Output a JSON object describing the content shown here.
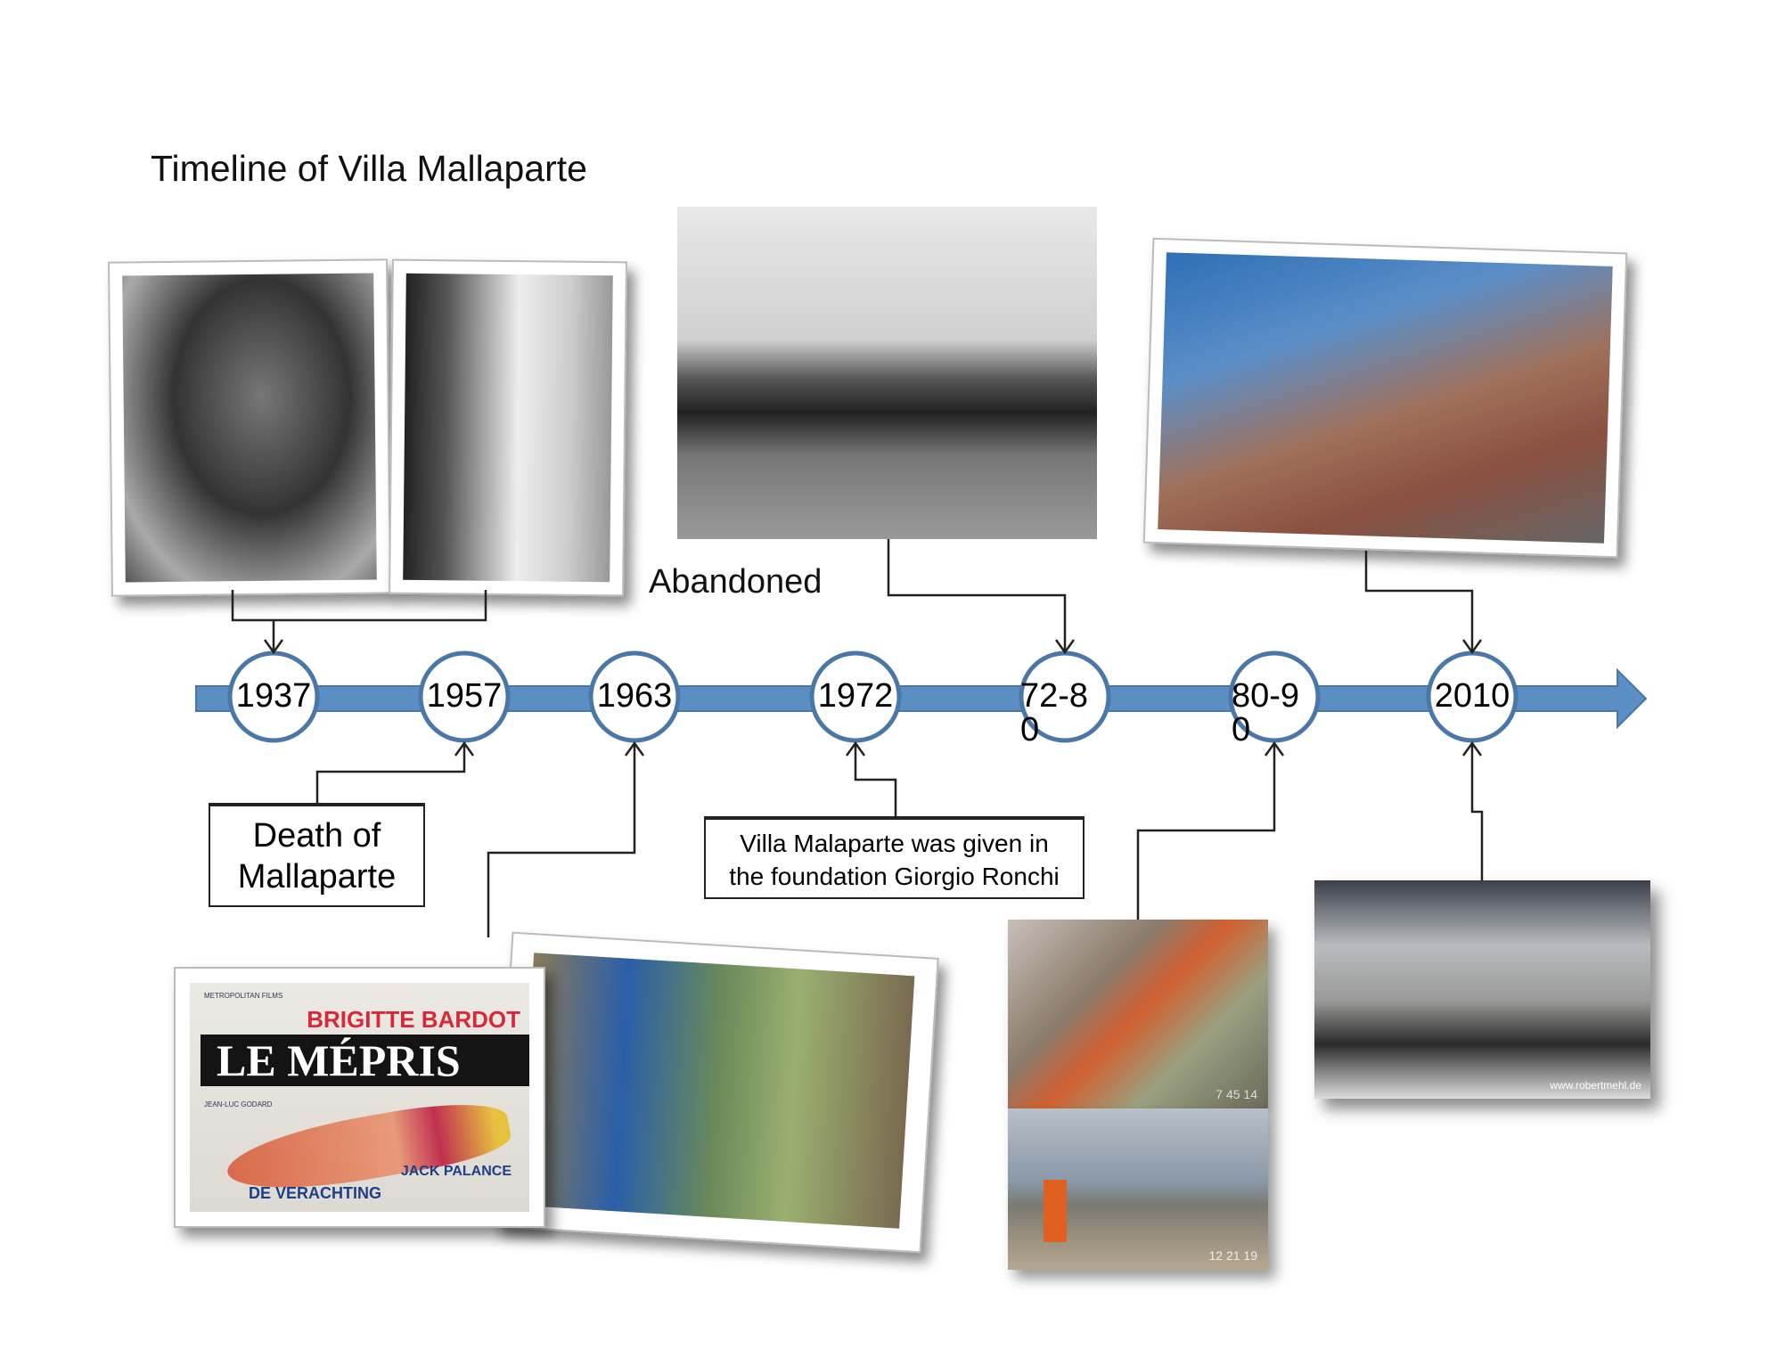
{
  "title": "Timeline of Villa Mallaparte",
  "abandoned_label": "Abandoned",
  "nodes": [
    "1937",
    "1957",
    "1963",
    "1972",
    "72-80",
    "80-90",
    "2010"
  ],
  "callouts": {
    "death": "Death of Mallaparte",
    "foundation": "Villa Malaparte was given in the foundation Giorgio Ronchi"
  },
  "poster": {
    "studio": "METROPOLITAN FILMS",
    "star": "BRIGITTE BARDOT",
    "title": "LE MÉPRIS",
    "director": "JEAN-LUC GODARD",
    "costar": "JACK PALANCE",
    "subtitle": "DE VERACHTING"
  },
  "photo_stamps": {
    "construction_top": "7 45 14",
    "construction_bottom": "12 21 19",
    "interior_watermark": "www.robertmehl.de"
  },
  "colors": {
    "timeline": "#5b8ec4",
    "circle_stroke": "#4a76a8"
  }
}
